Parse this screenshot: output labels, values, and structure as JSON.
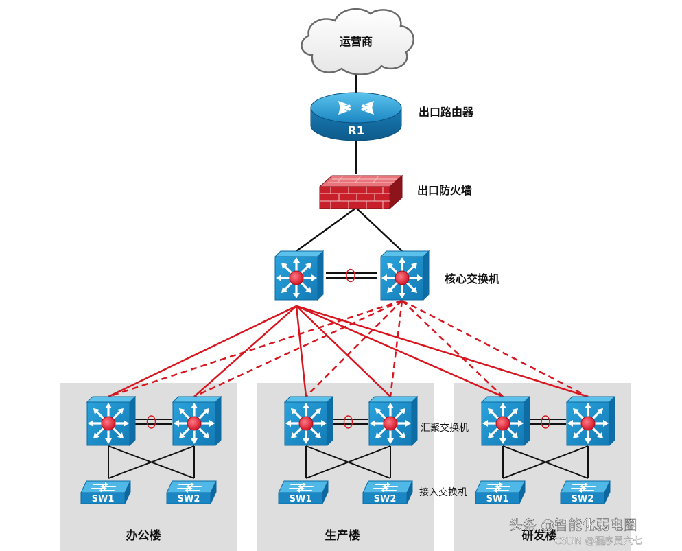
{
  "title": "",
  "isp": {
    "label": "运营商"
  },
  "router": {
    "name": "R1",
    "label": "出口路由器"
  },
  "firewall": {
    "label": "出口防火墙"
  },
  "core": {
    "label": "核心交换机"
  },
  "aggregation": {
    "label": "汇聚交换机"
  },
  "access": {
    "label": "接入交换机",
    "sw1": "SW1",
    "sw2": "SW2"
  },
  "buildings": [
    {
      "name": "办公楼"
    },
    {
      "name": "生产楼"
    },
    {
      "name": "研发楼"
    }
  ],
  "watermark": {
    "line1": "头条 @智能化弱电圈",
    "line2": "CSDN @程序员六七"
  },
  "colors": {
    "uplink_primary": "#d7161f",
    "device_blue": "#1a8fc9",
    "firewall_red": "#c8202a",
    "building_bg": "#dedede"
  },
  "links": {
    "primary_style": "solid",
    "backup_style": "dashed"
  }
}
